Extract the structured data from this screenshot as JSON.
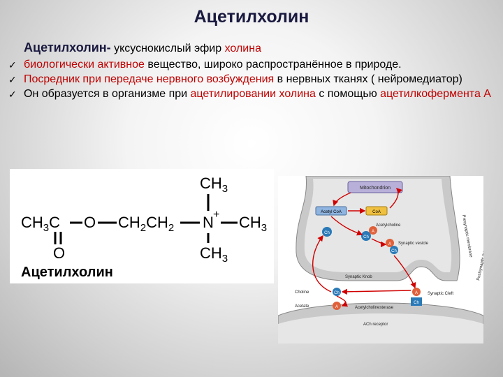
{
  "title": "Ацетилхолин",
  "intro": {
    "term": "Ацетилхолин-",
    "text": " уксуснокислый эфир ",
    "highlight": "холина"
  },
  "bullets": [
    {
      "parts": [
        {
          "text": "биологически активное",
          "style": "red"
        },
        {
          "text": " вещество, широко распространённое в природе.",
          "style": ""
        }
      ]
    },
    {
      "parts": [
        {
          "text": "Посредник при передаче нервного возбуждения",
          "style": "red"
        },
        {
          "text": " в нервных тканях ( нейромедиатор)",
          "style": ""
        }
      ]
    },
    {
      "parts": [
        {
          "text": "Он образуется в организме при ",
          "style": ""
        },
        {
          "text": "ацетилировании холина",
          "style": "red"
        },
        {
          "text": " с помощью ",
          "style": ""
        },
        {
          "text": "ацетилкофермента А",
          "style": "red"
        }
      ]
    }
  ],
  "formula": {
    "ch3_top": "CH3",
    "chain_left": "CH3C",
    "oxygen": "O",
    "chain_mid": "CH2CH2",
    "nitrogen": "N",
    "charge": "+",
    "ch3_right": "CH3",
    "ch3_bottom": "CH3",
    "carbonyl_o": "O",
    "caption": "Ацетилхолин"
  },
  "diagram": {
    "mitochondrion": "Mitochondrion",
    "acetyl_coa": "Acetyl CoA",
    "coa": "CoA",
    "acetylcholine": "Acetylcholine",
    "ch": "Ch",
    "a": "A",
    "synaptic_vesicle": "Synaptic vesicle",
    "synaptic_knob": "Synaptic Knob",
    "choline": "Choline",
    "acetate": "Acetate",
    "acetylcholinesterase": "Acetylcholinesterase",
    "synaptic_cleft": "Synaptic Cleft",
    "ach_receptor": "ACh receptor",
    "presynaptic_membrane": "Presynaptic membrane",
    "postsynaptic_membrane": "Postsynaptic membrane",
    "check_icon": "check-mark-icon"
  }
}
